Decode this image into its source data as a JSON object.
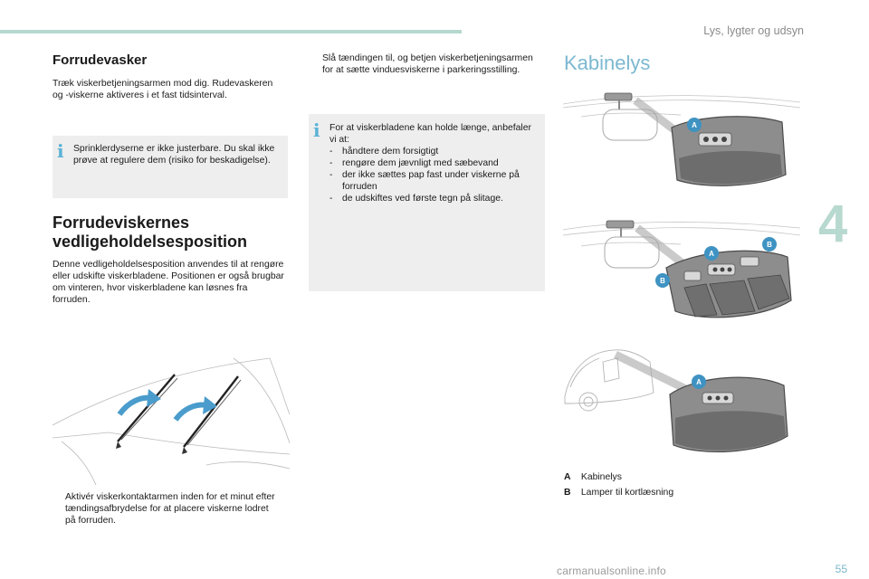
{
  "header": {
    "section_title": "Lys, lygter og udsyn",
    "chapter_number": "4",
    "page_number": "55",
    "watermark": "carmanualsonline.info"
  },
  "left": {
    "washer_title": "Forrudevasker",
    "washer_text": "Træk viskerbetjeningsarmen mod dig. Rudevaskeren og -viskerne aktiveres i et fast tidsinterval.",
    "info_icon": "i",
    "washer_info": "Sprinklerdyserne er ikke justerbare. Du skal ikke prøve at regulere dem (risiko for beskadigelse).",
    "maint_title_line1": "Forrudeviskernes",
    "maint_title_line2": "vedligeholdelsesposition",
    "maint_text": "Denne vedligeholdelsesposition anvendes til at rengøre eller udskifte viskerbladene. Positionen er også brugbar om vinteren, hvor viskerbladene kan løsnes fra forruden.",
    "step1_marker": "",
    "step1_text": "Aktivér viskerkontaktarmen inden for et minut efter tændingsafbrydelse for at placere viskerne lodret på forruden."
  },
  "middle": {
    "step2_marker": "",
    "step2_text": "Slå tændingen til, og betjen viskerbetjeningsarmen for at sætte vinduesviskerne i parkeringsstilling.",
    "info_icon": "i",
    "tip_intro": "For at viskerbladene kan holde længe, anbefaler vi at:",
    "tips": [
      "håndtere dem forsigtigt",
      "rengøre dem jævnligt med sæbevand",
      "der ikke sættes pap fast under viskerne på forruden",
      "de udskiftes ved første tegn på slitage."
    ]
  },
  "right": {
    "title": "Kabinelys",
    "label_a": "A",
    "label_b": "B",
    "legend": [
      {
        "key": "A",
        "text": "Kabinelys"
      },
      {
        "key": "B",
        "text": "Lamper til kortlæsning"
      }
    ]
  },
  "colors": {
    "accent_teal": "#b6d8cf",
    "accent_blue": "#7bb8d0",
    "info_blue": "#5ab3d6",
    "badge_blue": "#3f93c2",
    "info_bg": "#eeeeee"
  }
}
